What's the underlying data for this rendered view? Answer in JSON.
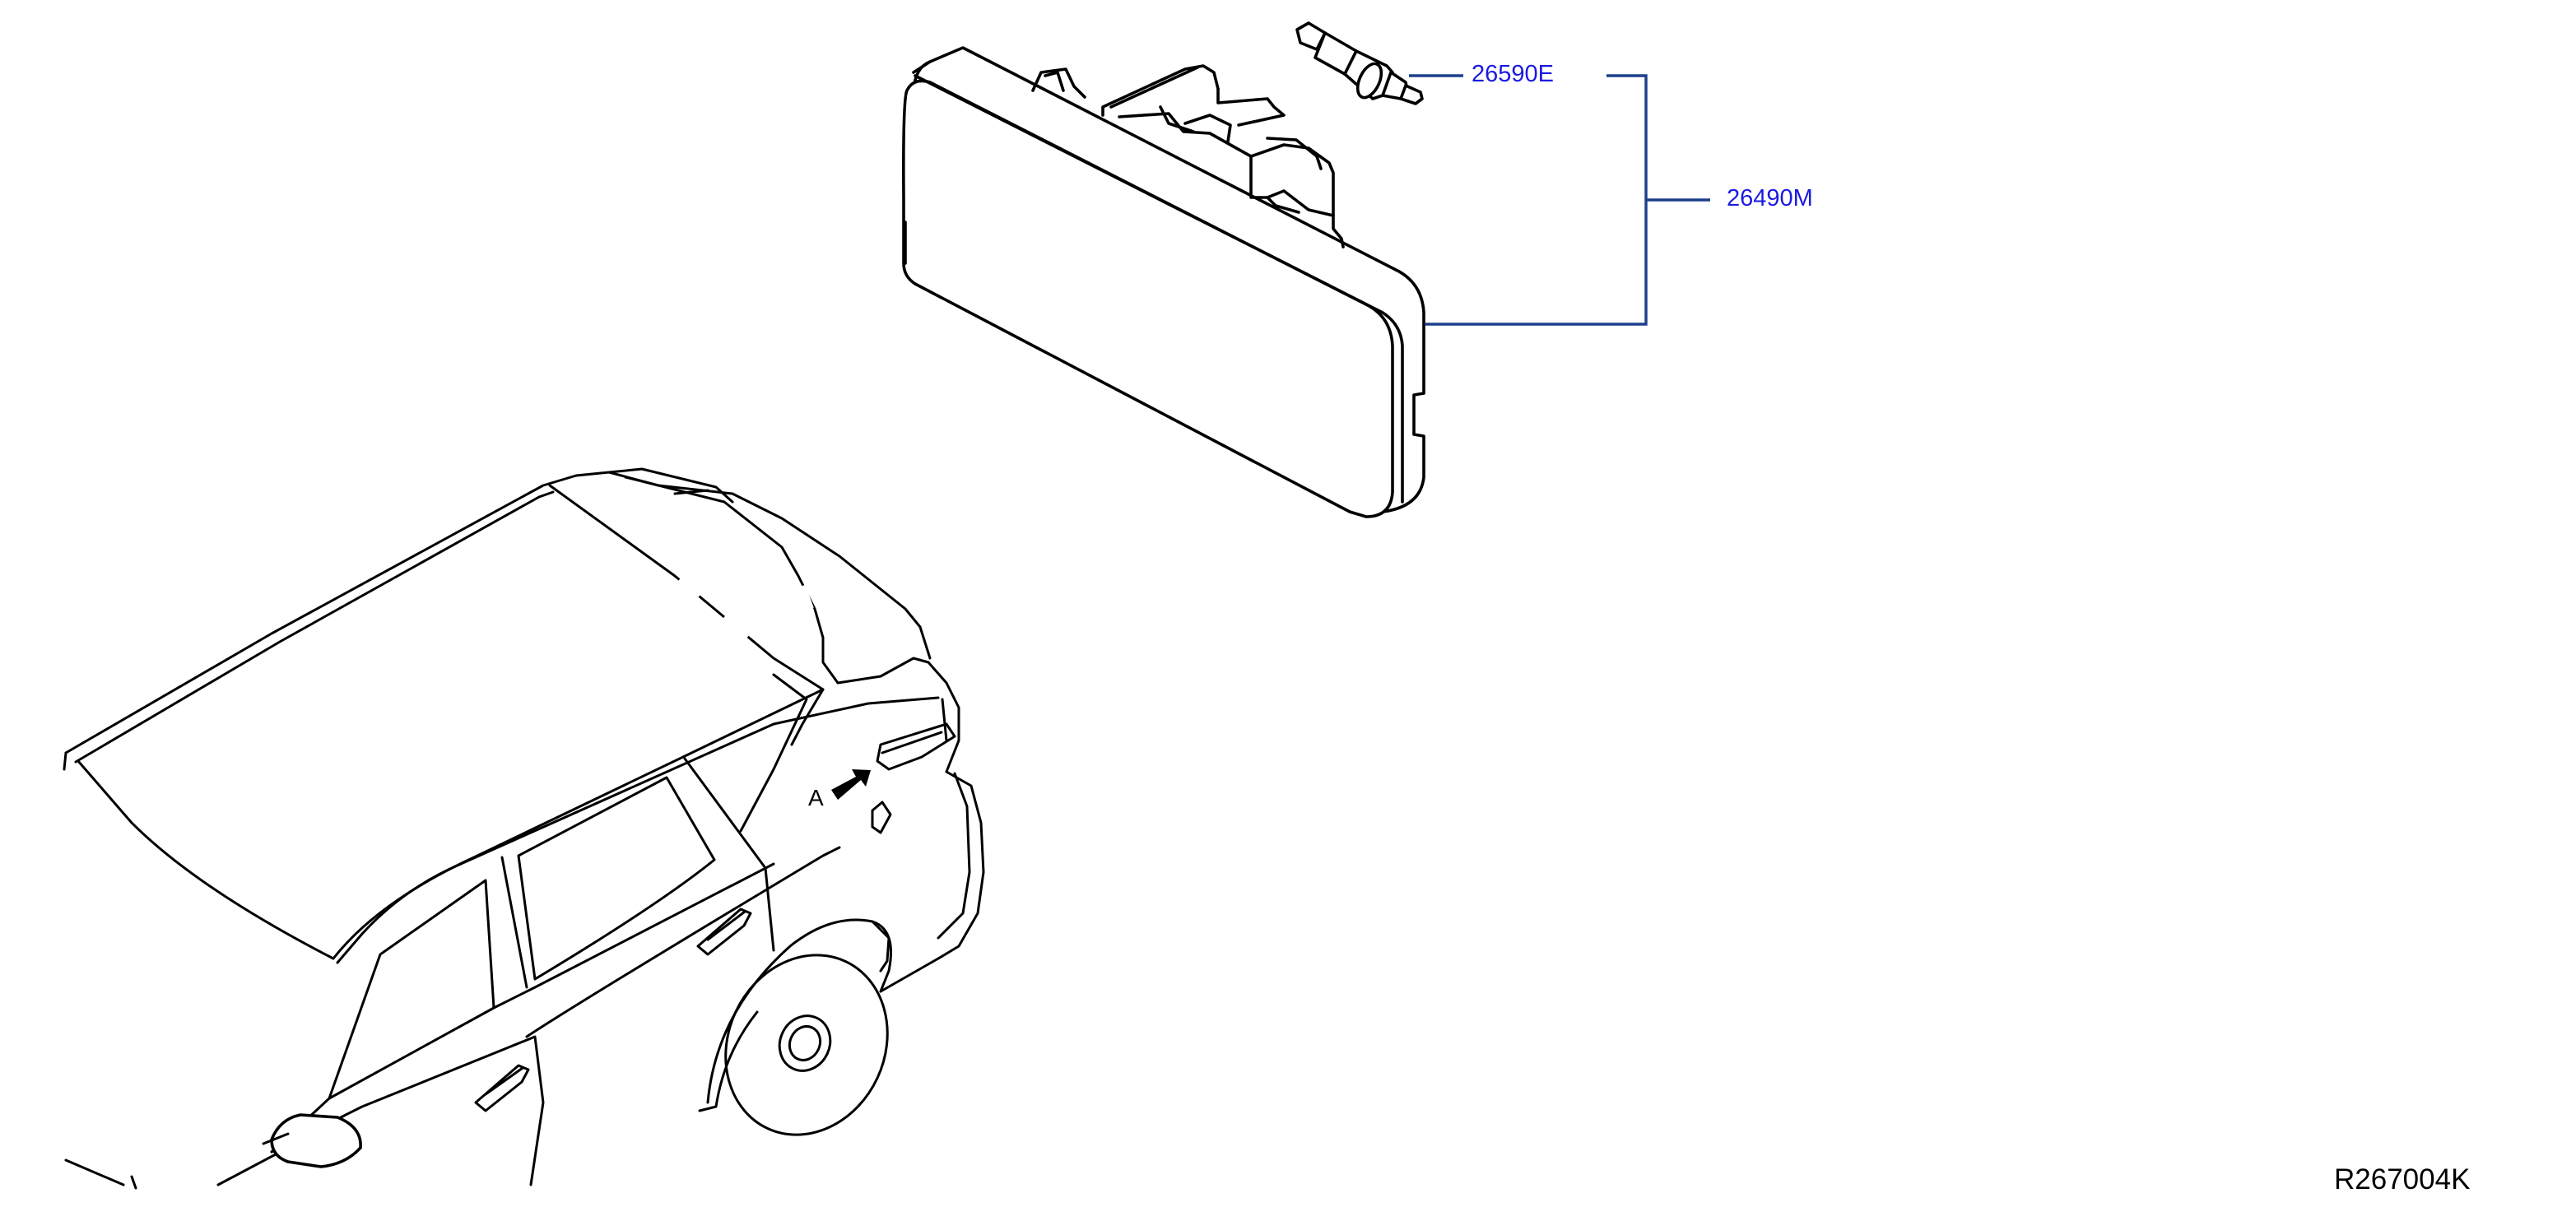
{
  "parts": [
    {
      "part_number": "26590E",
      "description": "bulb"
    },
    {
      "part_number": "26490M",
      "description": "lamp assembly"
    }
  ],
  "view_marker": "A",
  "reference_code": "R267004K",
  "colors": {
    "callout": "#1a1adf",
    "leader": "#1c3f8c",
    "linework": "#000000",
    "background": "#ffffff"
  }
}
